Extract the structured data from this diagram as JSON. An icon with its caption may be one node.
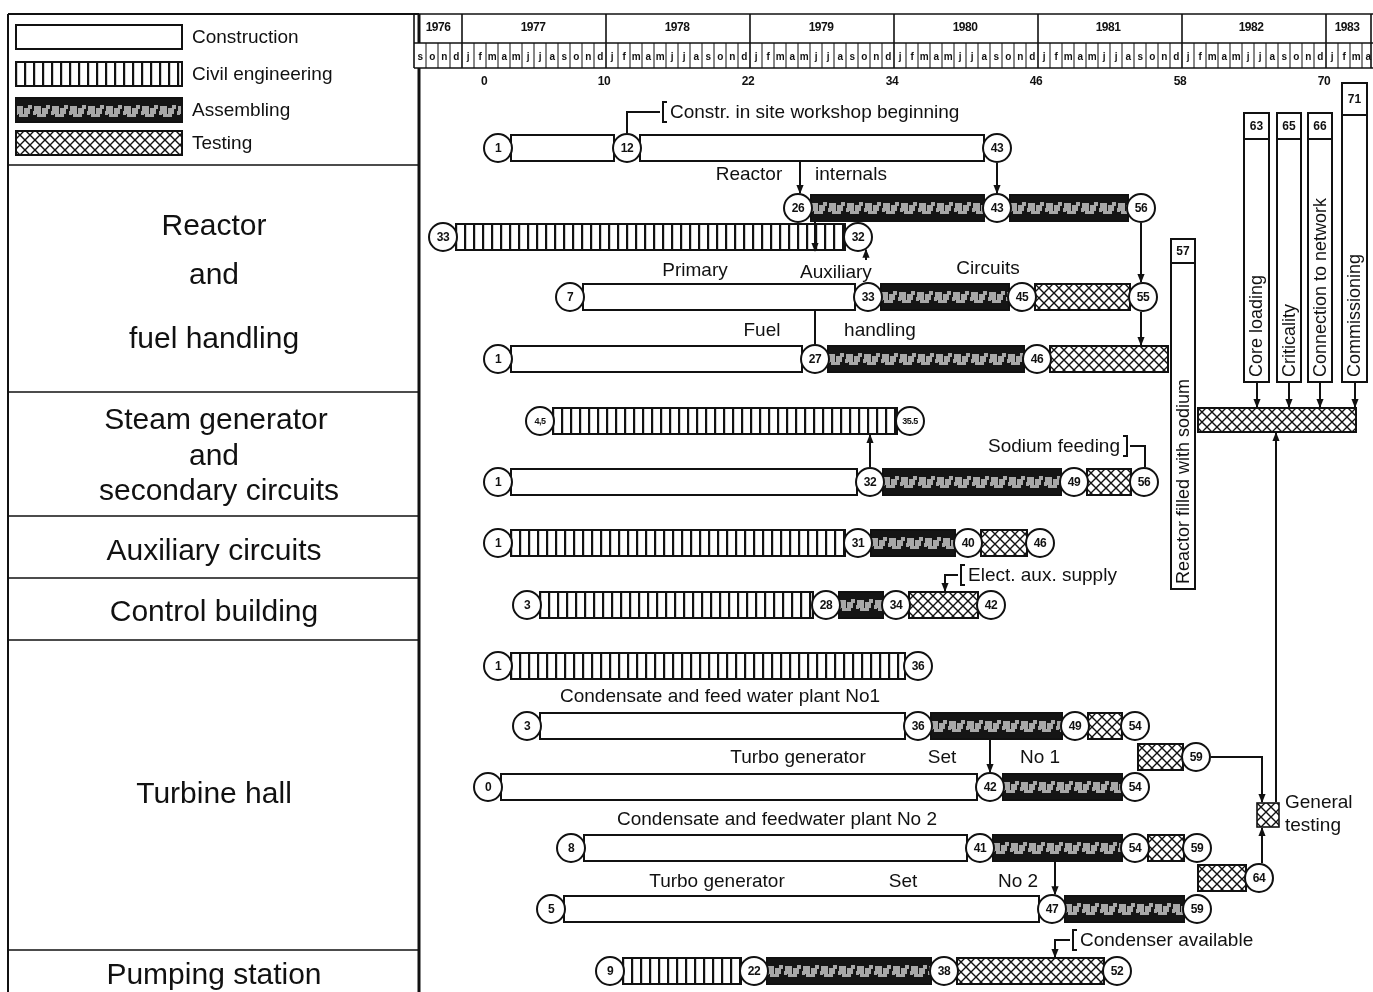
{
  "diagram": {
    "nodes": [
      {
        "text": [
          "Constr. in site workshop beginning"
        ]
      },
      {
        "text": [
          "1"
        ]
      },
      {
        "text": [
          "12"
        ]
      },
      {
        "text": [
          "43"
        ]
      },
      {
        "text": [],
        "shape": "bar"
      },
      {
        "text": [
          "26"
        ]
      },
      {
        "text": [
          "43"
        ]
      },
      {
        "text": [
          "56"
        ]
      },
      {
        "text": [],
        "shape": "bar"
      },
      {
        "text": [],
        "shape": "bar"
      },
      {
        "text": [
          "33"
        ]
      },
      {
        "text": [
          "32"
        ]
      },
      {
        "text": [],
        "shape": "bar"
      },
      {
        "text": [
          "7"
        ]
      },
      {
        "text": [
          "33"
        ]
      },
      {
        "text": [
          "45"
        ]
      },
      {
        "text": [
          "55"
        ]
      },
      {
        "text": [],
        "shape": "bar"
      },
      {
        "text": [],
        "shape": "bar"
      },
      {
        "text": [],
        "shape": "bar"
      },
      {
        "text": [
          "1"
        ]
      },
      {
        "text": [
          "27"
        ]
      },
      {
        "text": [
          "46"
        ]
      },
      {
        "text": [],
        "shape": "bar"
      },
      {
        "text": [],
        "shape": "bar"
      },
      {
        "text": [],
        "shape": "bar"
      },
      {
        "text": [
          "57",
          "Reactor filled with sodium"
        ]
      },
      {
        "text": [
          "63",
          "Core loading"
        ]
      },
      {
        "text": [
          "65",
          "Criticality"
        ]
      },
      {
        "text": [
          "66",
          "Connection to network"
        ]
      },
      {
        "text": [
          "71",
          "Commissioning"
        ]
      },
      {
        "text": [],
        "shape": "bar"
      },
      {
        "text": [
          "4,5"
        ]
      },
      {
        "text": [
          "35.5"
        ]
      },
      {
        "text": [],
        "shape": "bar"
      },
      {
        "text": [
          "Sodium feeding"
        ]
      },
      {
        "text": [
          "1"
        ]
      },
      {
        "text": [
          "32"
        ]
      },
      {
        "text": [
          "49"
        ]
      },
      {
        "text": [
          "56"
        ]
      },
      {
        "text": [],
        "shape": "bar"
      },
      {
        "text": [],
        "shape": "bar"
      },
      {
        "text": [],
        "shape": "bar"
      },
      {
        "text": [
          "1"
        ]
      },
      {
        "text": [
          "31"
        ]
      },
      {
        "text": [
          "40"
        ]
      },
      {
        "text": [
          "46"
        ]
      },
      {
        "text": [],
        "shape": "bar"
      },
      {
        "text": [],
        "shape": "bar"
      },
      {
        "text": [],
        "shape": "bar"
      },
      {
        "text": [
          "Elect. aux. supply"
        ]
      },
      {
        "text": [
          "3"
        ]
      },
      {
        "text": [
          "28"
        ]
      },
      {
        "text": [
          "34"
        ]
      },
      {
        "text": [
          "42"
        ]
      },
      {
        "text": [],
        "shape": "bar"
      },
      {
        "text": [],
        "shape": "bar"
      },
      {
        "text": [],
        "shape": "bar"
      },
      {
        "text": [
          "1"
        ]
      },
      {
        "text": [
          "36"
        ]
      },
      {
        "text": [],
        "shape": "bar"
      },
      {
        "text": [
          "3"
        ]
      },
      {
        "text": [
          "36"
        ]
      },
      {
        "text": [
          "49"
        ]
      },
      {
        "text": [
          "54"
        ]
      },
      {
        "text": [],
        "shape": "bar"
      },
      {
        "text": [],
        "shape": "bar"
      },
      {
        "text": [],
        "shape": "bar"
      },
      {
        "text": [
          "59"
        ]
      },
      {
        "text": [],
        "shape": "bar"
      },
      {
        "text": [
          "0"
        ]
      },
      {
        "text": [
          "42"
        ]
      },
      {
        "text": [
          "54"
        ]
      },
      {
        "text": [],
        "shape": "bar"
      },
      {
        "text": [],
        "shape": "bar"
      },
      {
        "text": [],
        "shape": "box",
        "beside": [
          "General testing"
        ]
      },
      {
        "text": [
          "8"
        ]
      },
      {
        "text": [
          "41"
        ]
      },
      {
        "text": [
          "54"
        ]
      },
      {
        "text": [
          "59"
        ]
      },
      {
        "text": [],
        "shape": "bar"
      },
      {
        "text": [],
        "shape": "bar"
      },
      {
        "text": [],
        "shape": "bar"
      },
      {
        "text": [
          "64"
        ]
      },
      {
        "text": [],
        "shape": "bar"
      },
      {
        "text": [
          "5"
        ]
      },
      {
        "text": [
          "47"
        ]
      },
      {
        "text": [
          "59"
        ]
      },
      {
        "text": [],
        "shape": "bar"
      },
      {
        "text": [],
        "shape": "bar"
      },
      {
        "text": [
          "Condenser available"
        ]
      },
      {
        "text": [
          "9"
        ]
      },
      {
        "text": [
          "22"
        ]
      },
      {
        "text": [
          "38"
        ]
      },
      {
        "text": [
          "52"
        ]
      },
      {
        "text": [],
        "shape": "bar"
      },
      {
        "text": [],
        "shape": "bar"
      },
      {
        "text": [],
        "shape": "bar"
      },
      {
        "text": [
          "Auxiliary"
        ]
      },
      {
        "text": [],
        "shape": "bar"
      }
    ],
    "edges": [
      {
        "from": 0,
        "to": 2,
        "arrow": "none"
      },
      {
        "from": 99,
        "to": 5,
        "arrow": "to"
      },
      {
        "from": 3,
        "to": 6,
        "arrow": "to"
      },
      {
        "from": 8,
        "to": 12,
        "arrow": "to"
      },
      {
        "from": 98,
        "to": 11,
        "arrow": "to"
      },
      {
        "from": 7,
        "to": 16,
        "arrow": "to"
      },
      {
        "from": 16,
        "to": 25,
        "arrow": "to"
      },
      {
        "from": 17,
        "to": 21,
        "arrow": "none"
      },
      {
        "from": 37,
        "to": 34,
        "arrow": "to"
      },
      {
        "from": 35,
        "to": 39,
        "arrow": "none"
      },
      {
        "from": 50,
        "to": 57,
        "arrow": "to"
      },
      {
        "from": 27,
        "to": 31,
        "arrow": "to"
      },
      {
        "from": 28,
        "to": 31,
        "arrow": "to"
      },
      {
        "from": 29,
        "to": 31,
        "arrow": "to"
      },
      {
        "from": 30,
        "to": 31,
        "arrow": "to"
      },
      {
        "from": 75,
        "to": 31,
        "arrow": "to"
      },
      {
        "from": 66,
        "to": 71,
        "arrow": "to"
      },
      {
        "from": 68,
        "to": 75,
        "arrow": "to"
      },
      {
        "from": 83,
        "to": 75,
        "arrow": "to"
      },
      {
        "from": 81,
        "to": 86,
        "arrow": "to"
      },
      {
        "from": 90,
        "to": 97,
        "arrow": "to"
      }
    ],
    "labels": [
      "1976",
      "1977",
      "1978",
      "1979",
      "1980",
      "1981",
      "1982",
      "1983",
      "s",
      "o",
      "n",
      "d",
      "j",
      "f",
      "m",
      "a",
      "m",
      "j",
      "j",
      "a",
      "s",
      "o",
      "n",
      "d",
      "j",
      "f",
      "m",
      "a",
      "m",
      "j",
      "j",
      "a",
      "s",
      "o",
      "n",
      "d",
      "j",
      "f",
      "m",
      "a",
      "m",
      "j",
      "j",
      "a",
      "s",
      "o",
      "n",
      "d",
      "j",
      "f",
      "m",
      "a",
      "m",
      "j",
      "j",
      "a",
      "s",
      "o",
      "n",
      "d",
      "j",
      "f",
      "m",
      "a",
      "m",
      "j",
      "j",
      "a",
      "s",
      "o",
      "n",
      "d",
      "j",
      "f",
      "m",
      "a",
      "m",
      "j",
      "j",
      "a",
      "s",
      "o",
      "n",
      "d",
      "j",
      "f",
      "m",
      "a",
      "0",
      "10",
      "22",
      "34",
      "46",
      "58",
      "70",
      "Reactor",
      "and",
      "fuel handling",
      "Steam generator",
      "and",
      "secondary circuits",
      "Auxiliary circuits",
      "Control building",
      "Turbine hall",
      "Pumping station",
      "Reactor",
      "internals",
      "Primary",
      "Circuits",
      "Fuel",
      "handling",
      "Condensate and feed water plant No1",
      "Turbo generator",
      "Set",
      "No 1",
      "Condensate and feedwater plant No 2",
      "Turbo generator",
      "Set",
      "No 2"
    ],
    "legend": [
      {
        "text": "Construction"
      },
      {
        "text": "Civil engineering"
      },
      {
        "text": "Assembling"
      },
      {
        "text": "Testing"
      }
    ]
  }
}
